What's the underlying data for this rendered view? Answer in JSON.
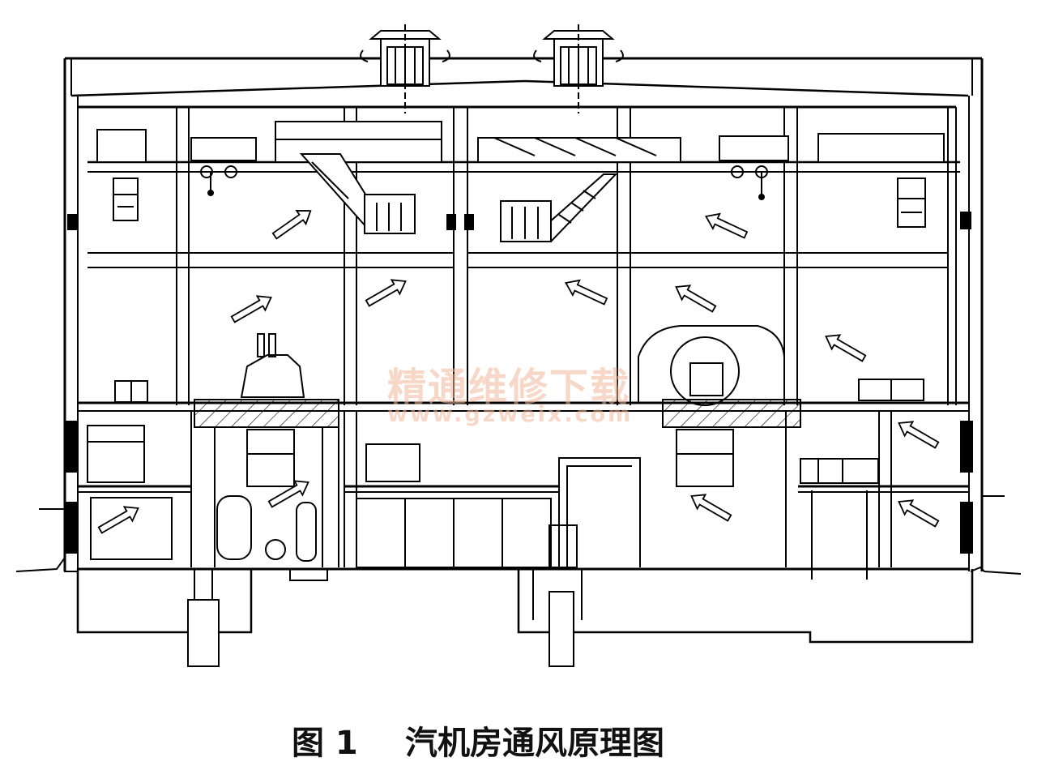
{
  "figure": {
    "number": "图 1",
    "title": "汽机房通风原理图"
  },
  "watermark": {
    "text": "精通维修下载",
    "url": "www.gzweix.com"
  },
  "colors": {
    "line": "#000000",
    "background": "#ffffff",
    "watermark": "#f2b89a"
  }
}
